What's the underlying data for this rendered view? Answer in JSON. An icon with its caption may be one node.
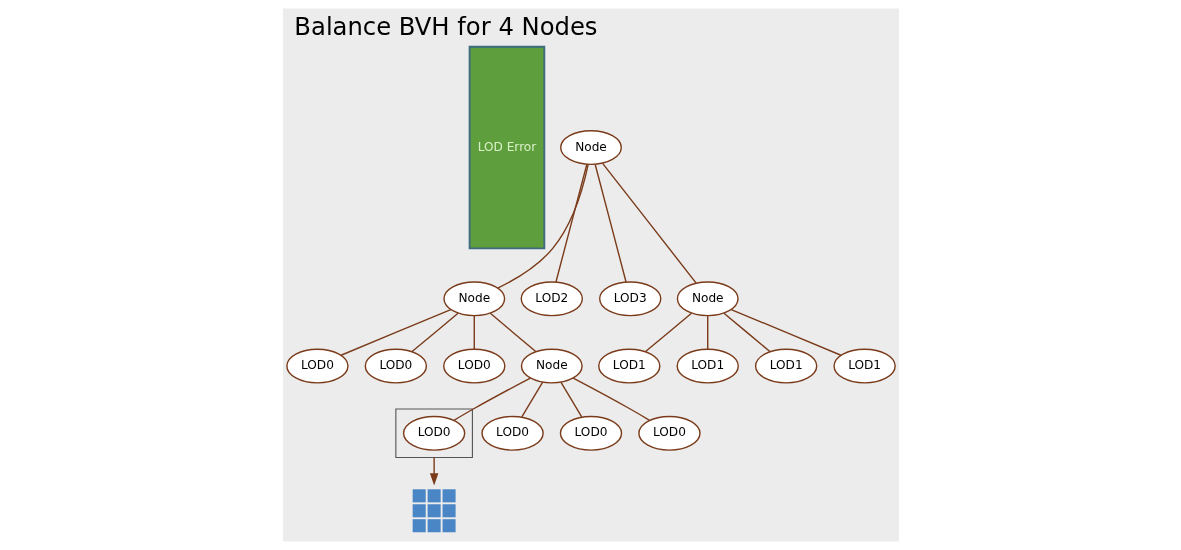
{
  "diagram": {
    "title": "Balance BVH for 4 Nodes",
    "nodes": [
      {
        "text": [
          "LOD Error"
        ]
      },
      {
        "text": [
          "Node"
        ]
      },
      {
        "text": [
          "Node"
        ]
      },
      {
        "text": [
          "LOD2"
        ]
      },
      {
        "text": [
          "LOD3"
        ]
      },
      {
        "text": [
          "Node"
        ]
      },
      {
        "text": [
          "LOD0"
        ]
      },
      {
        "text": [
          "LOD0"
        ]
      },
      {
        "text": [
          "LOD0"
        ]
      },
      {
        "text": [
          "Node"
        ]
      },
      {
        "text": [
          "LOD1"
        ]
      },
      {
        "text": [
          "LOD1"
        ]
      },
      {
        "text": [
          "LOD1"
        ]
      },
      {
        "text": [
          "LOD1"
        ]
      },
      {
        "text": [],
        "shape": "box"
      },
      {
        "text": [
          "LOD0"
        ],
        "in": 14
      },
      {
        "text": [
          "LOD0"
        ]
      },
      {
        "text": [
          "LOD0"
        ]
      },
      {
        "text": [
          "LOD0"
        ]
      },
      {
        "text": [],
        "shape": "picture"
      }
    ],
    "edges": [
      {
        "from": 1,
        "to": 2,
        "arrow": "none"
      },
      {
        "from": 1,
        "to": 3,
        "arrow": "none"
      },
      {
        "from": 1,
        "to": 4,
        "arrow": "none"
      },
      {
        "from": 1,
        "to": 5,
        "arrow": "none"
      },
      {
        "from": 2,
        "to": 6,
        "arrow": "none"
      },
      {
        "from": 2,
        "to": 7,
        "arrow": "none"
      },
      {
        "from": 2,
        "to": 8,
        "arrow": "none"
      },
      {
        "from": 2,
        "to": 9,
        "arrow": "none"
      },
      {
        "from": 5,
        "to": 10,
        "arrow": "none"
      },
      {
        "from": 5,
        "to": 11,
        "arrow": "none"
      },
      {
        "from": 5,
        "to": 12,
        "arrow": "none"
      },
      {
        "from": 5,
        "to": 13,
        "arrow": "none"
      },
      {
        "from": 9,
        "to": 15,
        "arrow": "none"
      },
      {
        "from": 9,
        "to": 16,
        "arrow": "none"
      },
      {
        "from": 9,
        "to": 17,
        "arrow": "none"
      },
      {
        "from": 9,
        "to": 18,
        "arrow": "none"
      },
      {
        "from": 14,
        "to": 19,
        "arrow": "to"
      }
    ]
  }
}
